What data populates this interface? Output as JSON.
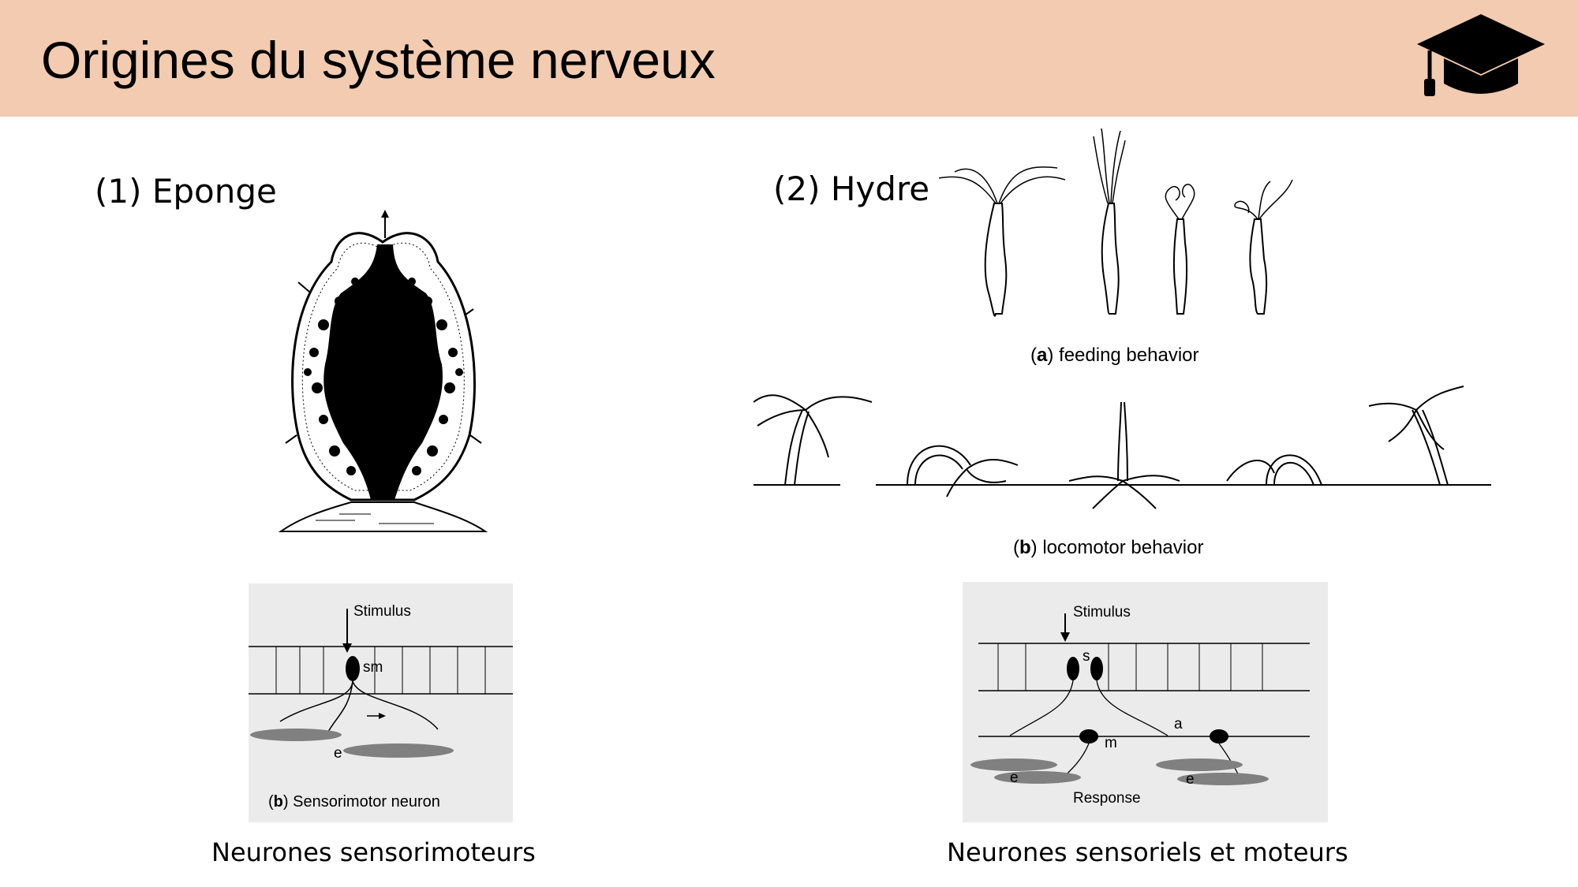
{
  "header": {
    "title": "Origines du système nerveux",
    "icon": "graduation-cap-icon",
    "background": "#f2cbb0"
  },
  "sponge": {
    "label": "(1) Eponge"
  },
  "hydra": {
    "label": "(2) Hydre",
    "feeding_letter": "a",
    "feeding_text": " feeding behavior",
    "locomotor_letter": "b",
    "locomotor_text": " locomotor behavior"
  },
  "left_figure": {
    "stimulus": "Stimulus",
    "sm": "sm",
    "e": "e",
    "caption_letter": "b",
    "caption_text": " Sensorimotor neuron",
    "caption_below": "Neurones sensorimoteurs"
  },
  "right_figure": {
    "stimulus": "Stimulus",
    "s": "s",
    "a": "a",
    "m": "m",
    "e1": "e",
    "e2": "e",
    "response": "Response",
    "caption_below": "Neurones sensoriels et moteurs"
  }
}
